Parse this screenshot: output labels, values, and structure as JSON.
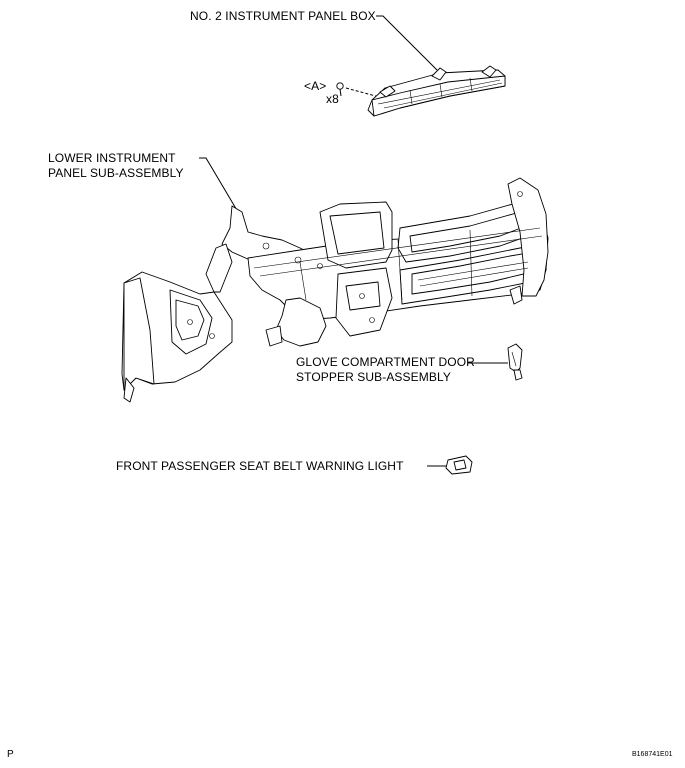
{
  "labels": {
    "panel_box": "NO. 2 INSTRUMENT PANEL BOX",
    "fastener_ref": "<A>",
    "fastener_qty": "x8",
    "lower_panel_line1": "LOWER INSTRUMENT",
    "lower_panel_line2": "PANEL SUB-ASSEMBLY",
    "stopper_line1": "GLOVE COMPARTMENT DOOR",
    "stopper_line2": "STOPPER SUB-ASSEMBLY",
    "warning_light": "FRONT PASSENGER SEAT BELT WARNING LIGHT"
  },
  "footer": {
    "left_mark": "P",
    "figure_id": "B168741E01"
  }
}
